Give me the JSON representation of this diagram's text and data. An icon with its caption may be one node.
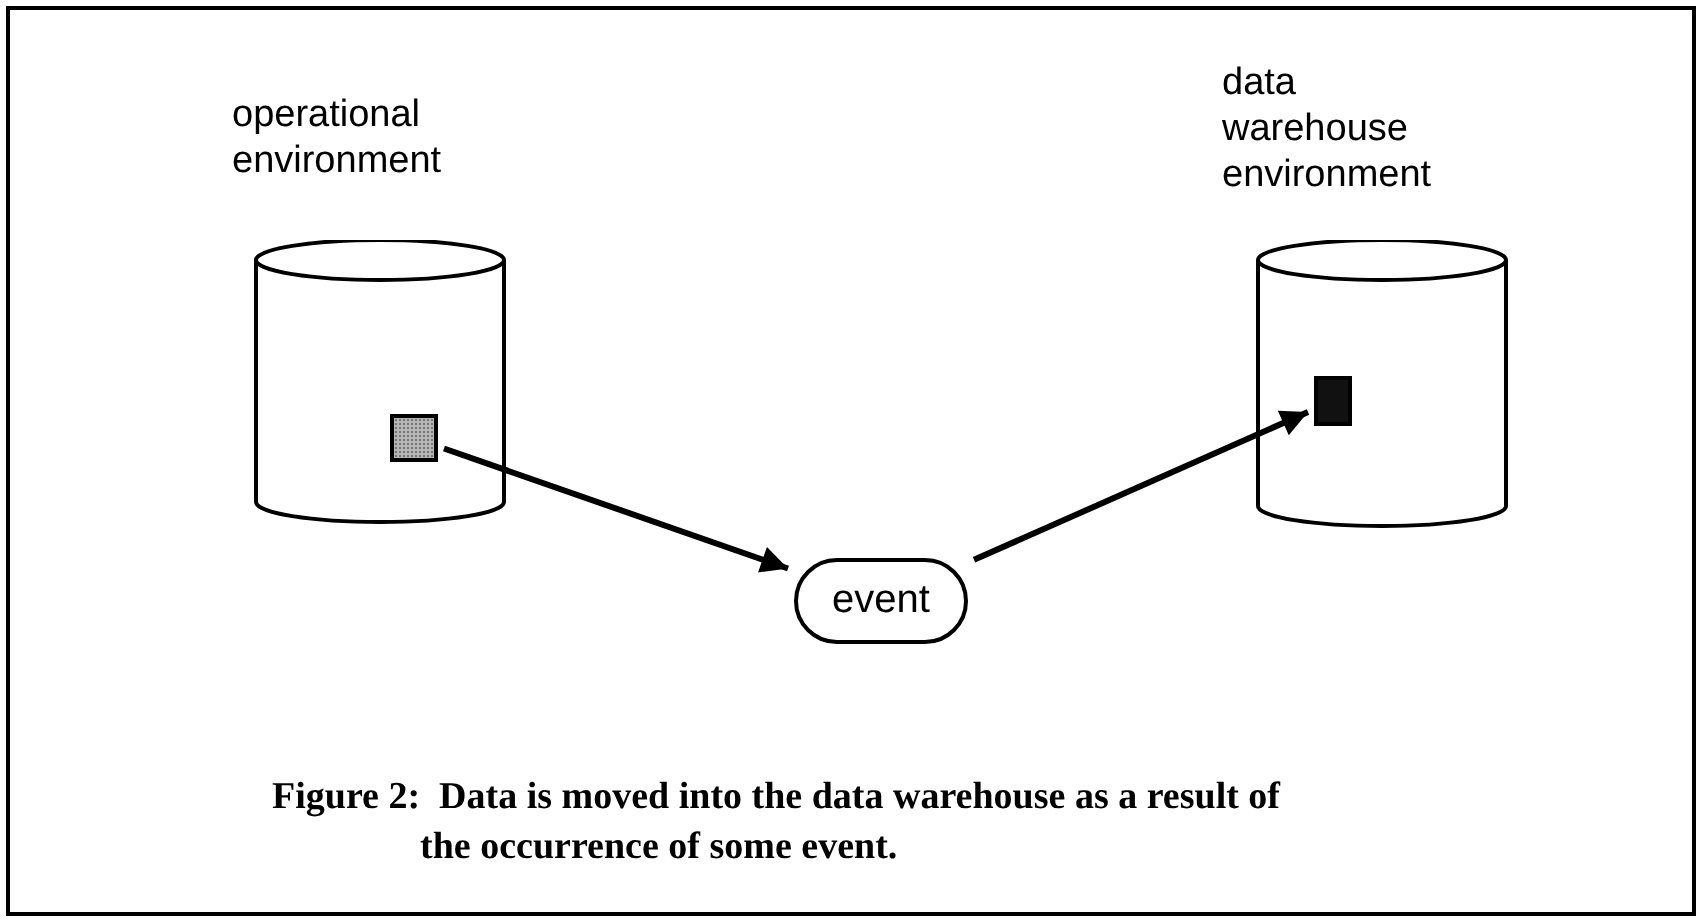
{
  "diagram": {
    "caption": "Figure 2:  Data is moved into the data warehouse as a result of the occurrence of some event.",
    "nodes": [
      {
        "text": [
          "operational environment"
        ]
      },
      {
        "text": [],
        "shape": "box",
        "in": 0
      },
      {
        "text": [
          "event"
        ]
      },
      {
        "text": [
          "data warehouse environment"
        ]
      },
      {
        "text": [],
        "shape": "box",
        "in": 3
      }
    ],
    "edges": [
      {
        "from": 1,
        "to": 2,
        "arrow": "to"
      },
      {
        "from": 2,
        "to": 4,
        "arrow": "to"
      }
    ]
  }
}
